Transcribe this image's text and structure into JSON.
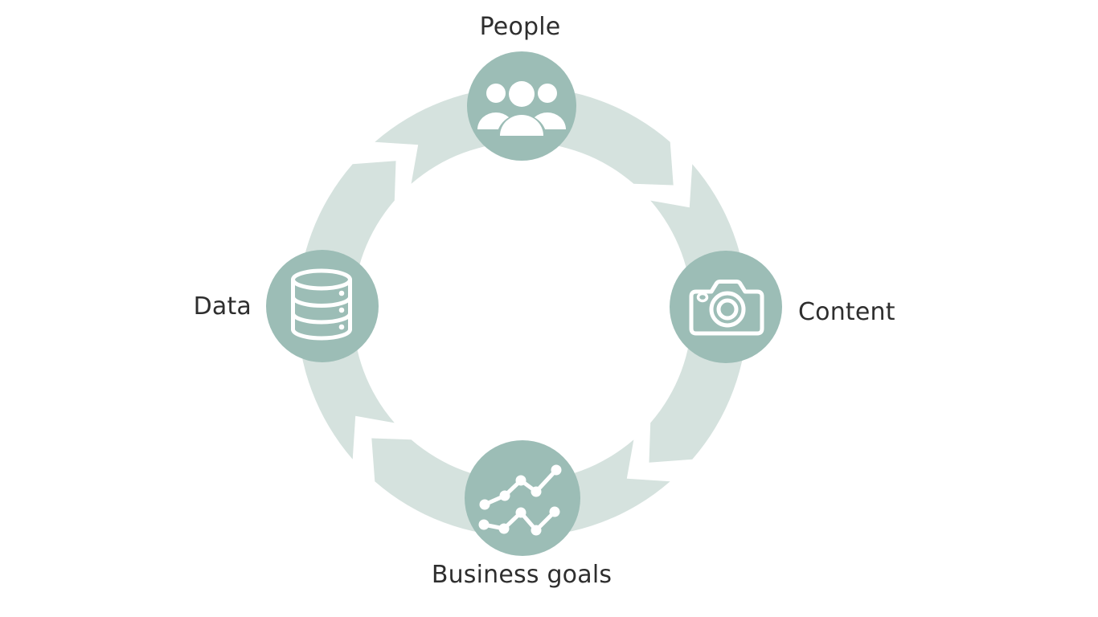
{
  "diagram": {
    "type": "cycle",
    "flow_direction": "clockwise",
    "colors": {
      "background": "#ffffff",
      "node_fill": "#9cbdb6",
      "arrow_band": "#d5e2de",
      "icon": "#ffffff",
      "label_text": "#2e2e2e"
    },
    "nodes": [
      {
        "id": "people",
        "label": "People",
        "icon": "people-icon",
        "position": "top"
      },
      {
        "id": "content",
        "label": "Content",
        "icon": "camera-icon",
        "position": "right"
      },
      {
        "id": "business-goals",
        "label": "Business goals",
        "icon": "line-chart-icon",
        "position": "bottom"
      },
      {
        "id": "data",
        "label": "Data",
        "icon": "database-icon",
        "position": "left"
      }
    ]
  }
}
